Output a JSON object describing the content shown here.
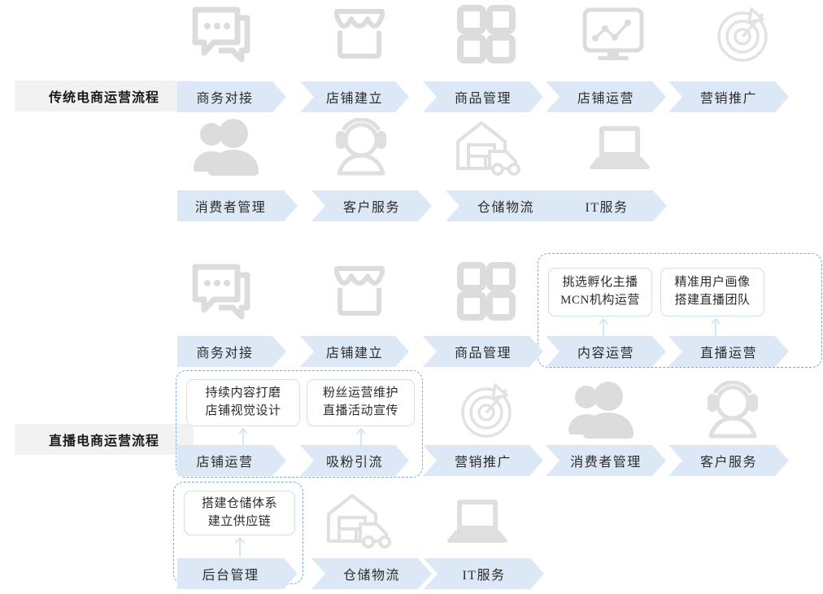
{
  "colors": {
    "chevron_fill": "#dce8f5",
    "icon_gray": "#dcdcdc",
    "dashed_border": "#7fa8d4",
    "label_bg": "#f2f2f2",
    "callout_border": "#cfe0f0",
    "text": "#2b2b2b"
  },
  "sections": [
    {
      "label": "传统电商运营流程",
      "rows": [
        {
          "icons": [
            "chat-bubbles-icon",
            "storefront-icon",
            "grid-squares-icon",
            "monitor-chart-icon",
            "target-arrow-icon"
          ],
          "steps": [
            "商务对接",
            "店铺建立",
            "商品管理",
            "店铺运营",
            "营销推广"
          ]
        },
        {
          "icons": [
            "users-group-icon",
            "headset-support-icon",
            "warehouse-truck-icon",
            "laptop-icon"
          ],
          "steps": [
            "消费者管理",
            "客户服务",
            "仓储物流",
            "IT服务"
          ]
        }
      ]
    },
    {
      "label": "直播电商运营流程",
      "rows": [
        {
          "icons": [
            "chat-bubbles-icon",
            "storefront-icon",
            "grid-squares-icon"
          ],
          "steps": [
            "商务对接",
            "店铺建立",
            "商品管理",
            "内容运营",
            "直播运营"
          ],
          "callouts": [
            {
              "step": "内容运营",
              "lines": [
                "挑选孵化主播",
                "MCN机构运营"
              ]
            },
            {
              "step": "直播运营",
              "lines": [
                "精准用户画像",
                "搭建直播团队"
              ]
            }
          ]
        },
        {
          "icons": [
            "target-arrow-icon",
            "users-group-icon",
            "headset-support-icon"
          ],
          "steps": [
            "店铺运营",
            "吸粉引流",
            "营销推广",
            "消费者管理",
            "客户服务"
          ],
          "callouts": [
            {
              "step": "店铺运营",
              "lines": [
                "持续内容打磨",
                "店铺视觉设计"
              ]
            },
            {
              "step": "吸粉引流",
              "lines": [
                "粉丝运营维护",
                "直播活动宣传"
              ]
            }
          ]
        },
        {
          "icons": [
            "warehouse-truck-icon",
            "laptop-icon"
          ],
          "steps": [
            "后台管理",
            "仓储物流",
            "IT服务"
          ],
          "callouts": [
            {
              "step": "后台管理",
              "lines": [
                "搭建仓储体系",
                "建立供应链"
              ]
            }
          ]
        }
      ]
    }
  ]
}
